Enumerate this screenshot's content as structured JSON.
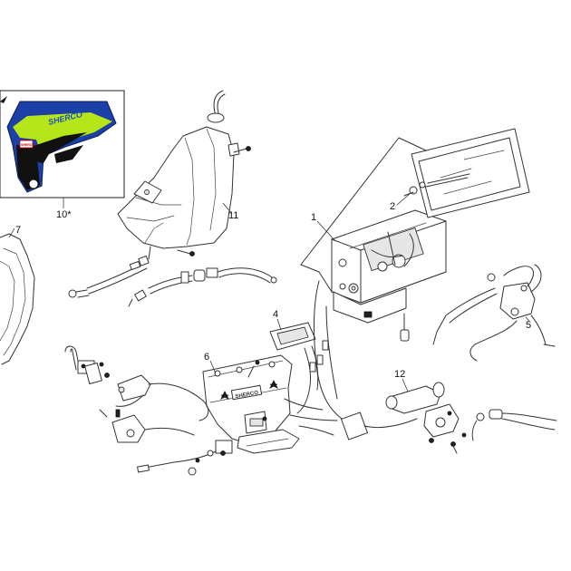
{
  "callouts": {
    "c1": "1",
    "c2": "2",
    "c4": "4",
    "c5": "5",
    "c6": "6",
    "c7": "7",
    "c10": "10*",
    "c11": "11",
    "c12": "12"
  },
  "inset": {
    "decal_brand": "SHERCO",
    "decal_tag": "SHERCO"
  },
  "plate_text": "SHERCO",
  "colors": {
    "decal_blue": "#1d3fa8",
    "decal_lime": "#b6e51a",
    "decal_black": "#111111",
    "line": "#333333"
  }
}
